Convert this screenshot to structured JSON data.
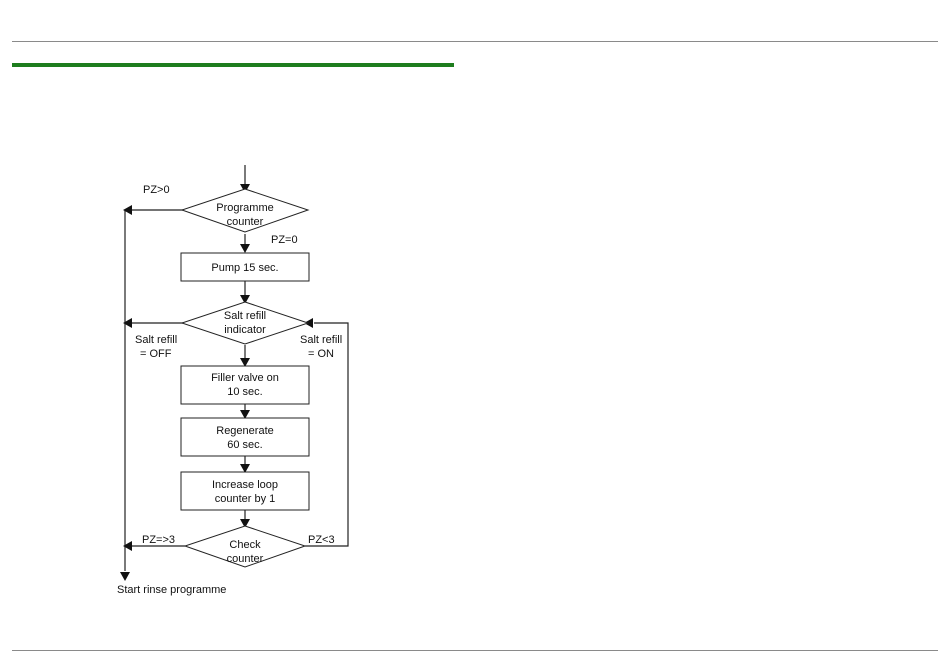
{
  "flowchart": {
    "nodes": {
      "programme_counter": [
        "Programme",
        "counter"
      ],
      "pump": [
        "Pump 15 sec."
      ],
      "salt_refill_indicator": [
        "Salt refill",
        "indicator"
      ],
      "filler_valve": [
        "Filler valve on",
        "10 sec."
      ],
      "regenerate": [
        "Regenerate",
        "60 sec."
      ],
      "increase_loop": [
        "Increase loop",
        "counter by 1"
      ],
      "check_counter": [
        "Check",
        "counter"
      ]
    },
    "edge_labels": {
      "pz_gt_0": "PZ>0",
      "pz_eq_0": "PZ=0",
      "salt_off_1": "Salt refill",
      "salt_off_2": "= OFF",
      "salt_on_1": "Salt refill",
      "salt_on_2": "= ON",
      "pz_ge_3": "PZ=>3",
      "pz_lt_3": "PZ<3"
    },
    "end_label": "Start rinse programme"
  }
}
